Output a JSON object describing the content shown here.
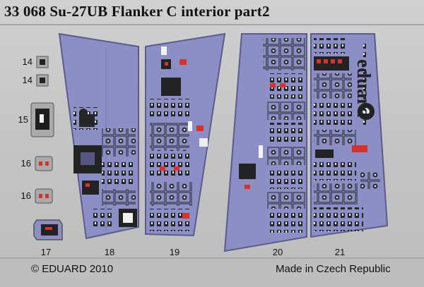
{
  "sheet": {
    "title": "33 068  Su-27UB Flanker C interior     part2",
    "brand": "eduard",
    "copyright": "© EDUARD 2010",
    "origin": "Made in Czech Republic"
  },
  "parts": [
    {
      "number": "14"
    },
    {
      "number": "14"
    },
    {
      "number": "15"
    },
    {
      "number": "16"
    },
    {
      "number": "16"
    },
    {
      "number": "17"
    },
    {
      "number": "18"
    },
    {
      "number": "19"
    },
    {
      "number": "20"
    },
    {
      "number": "21"
    }
  ],
  "colors": {
    "metal": "#c6c6c6",
    "panel_blue": "#8c8ec6",
    "panel_dark": "#232323",
    "accent_red": "#d8322a"
  }
}
